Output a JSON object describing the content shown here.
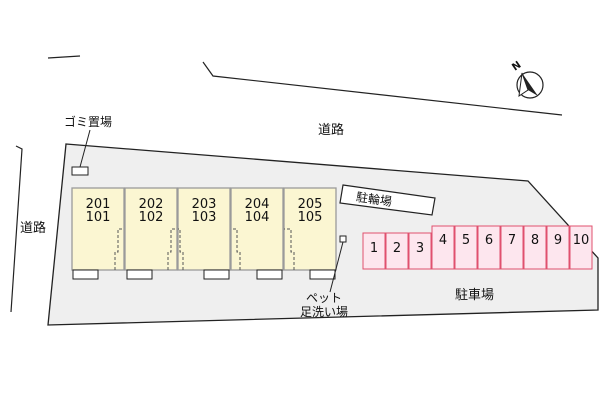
{
  "map": {
    "road_top_label": "道路",
    "road_left_label": "道路",
    "trash_label": "ゴミ置場",
    "bicycle_label": "駐輪場",
    "parking_label": "駐車場",
    "pet_wash_label_line1": "ペット",
    "pet_wash_label_line2": "足洗い場",
    "compass_label": "N",
    "units": [
      {
        "upper": "201",
        "lower": "101"
      },
      {
        "upper": "202",
        "lower": "102"
      },
      {
        "upper": "203",
        "lower": "103"
      },
      {
        "upper": "204",
        "lower": "104"
      },
      {
        "upper": "205",
        "lower": "105"
      }
    ],
    "stalls": [
      "1",
      "2",
      "3",
      "4",
      "5",
      "6",
      "7",
      "8",
      "9",
      "10"
    ]
  },
  "colors": {
    "site_fill": "#efefef",
    "building_fill": "#fbf6d2",
    "building_stroke": "#9a9a9a",
    "stall_fill": "#fde6ee",
    "stall_stroke": "#e0506e"
  }
}
